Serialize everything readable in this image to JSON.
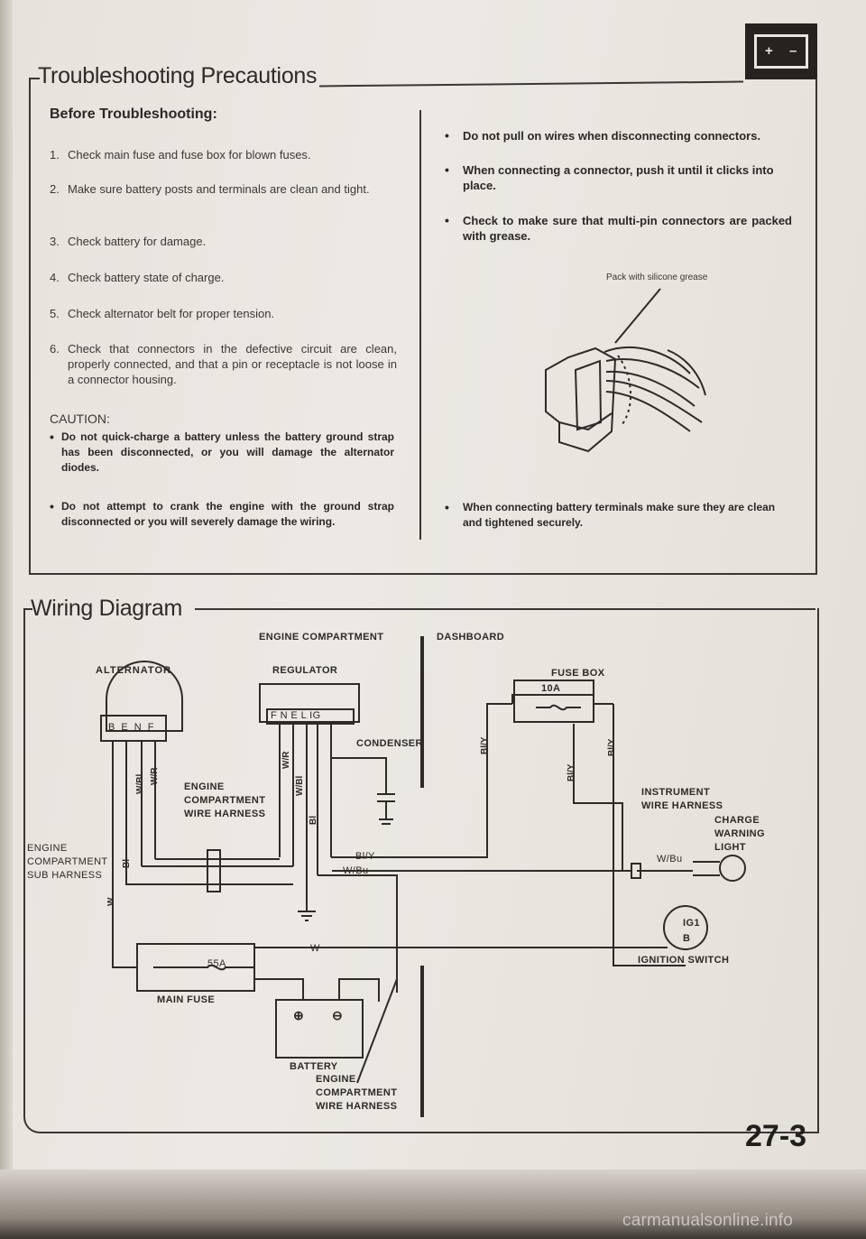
{
  "header": {
    "section_title": "Troubleshooting Precautions",
    "icon": "battery-icon",
    "icon_plus": "+",
    "icon_minus": "–"
  },
  "before": {
    "heading": "Before Troubleshooting:",
    "items": [
      {
        "num": "1.",
        "text": "Check main fuse and fuse box for blown fuses."
      },
      {
        "num": "2.",
        "text": "Make sure battery posts and terminals are clean and tight."
      },
      {
        "num": "3.",
        "text": "Check battery for damage."
      },
      {
        "num": "4.",
        "text": "Check battery state of charge."
      },
      {
        "num": "5.",
        "text": "Check alternator belt for proper tension."
      },
      {
        "num": "6.",
        "text": "Check that connectors in the defective circuit are clean, properly connected, and that a pin or receptacle is not loose in a connector housing."
      }
    ],
    "caution_heading": "CAUTION:",
    "cautions": [
      "Do not quick-charge a battery unless the battery ground strap has been disconnected, or you will damage the alternator diodes.",
      "Do not attempt to crank the engine with the ground strap disconnected or you will severely damage the wiring."
    ]
  },
  "right_bullets": [
    "Do not pull on wires when disconnecting connectors.",
    "When connecting a connector, push it until it clicks into place.",
    "Check to make sure that multi-pin connectors are packed with grease.",
    "When connecting battery terminals make sure they are clean and tightened securely."
  ],
  "grease_callout": "Pack with silicone grease",
  "wiring": {
    "section_title": "Wiring Diagram",
    "engine_compartment": "ENGINE COMPARTMENT",
    "dashboard": "DASHBOARD",
    "alternator": "ALTERNATOR",
    "alternator_terminals": "B  E  N  F",
    "regulator": "REGULATOR",
    "regulator_terminals": "F  N  E   L   IG",
    "condenser": "CONDENSER",
    "fuse_box": "FUSE BOX",
    "fuse_10a": "10A",
    "harness_l1": "ENGINE",
    "harness_l2": "COMPARTMENT",
    "harness_l3": "WIRE HARNESS",
    "sub_l1": "ENGINE",
    "sub_l2": "COMPARTMENT",
    "sub_l3": "SUB HARNESS",
    "instr_l1": "INSTRUMENT",
    "instr_l2": "WIRE HARNESS",
    "charge_l1": "CHARGE",
    "charge_l2": "WARNING",
    "charge_l3": "LIGHT",
    "ig1": "IG1",
    "b": "B",
    "ignition_switch": "IGNITION SWITCH",
    "main_fuse": "MAIN FUSE",
    "fuse_55a": "55A",
    "battery": "BATTERY",
    "batt_plus": "⊕",
    "batt_minus": "⊖",
    "eng_l1": "ENGINE",
    "eng_l2": "COMPARTMENT",
    "eng_l3": "WIRE HARNESS",
    "wires": {
      "wbl": "W/Bl",
      "wr": "W/R",
      "wr2": "W/R",
      "wbl2": "W/Bl",
      "bl": "Bl",
      "bl2": "Bl",
      "w": "W",
      "bly": "Bl/Y",
      "bly2": "Bl/Y",
      "bly3": "Bl/Y",
      "bly4": "Bl/Y",
      "wbu": "W/Bu",
      "wbu2": "W/Bu",
      "w2": "W"
    }
  },
  "page_number": "27-3",
  "watermark": "carmanualsonline.info"
}
